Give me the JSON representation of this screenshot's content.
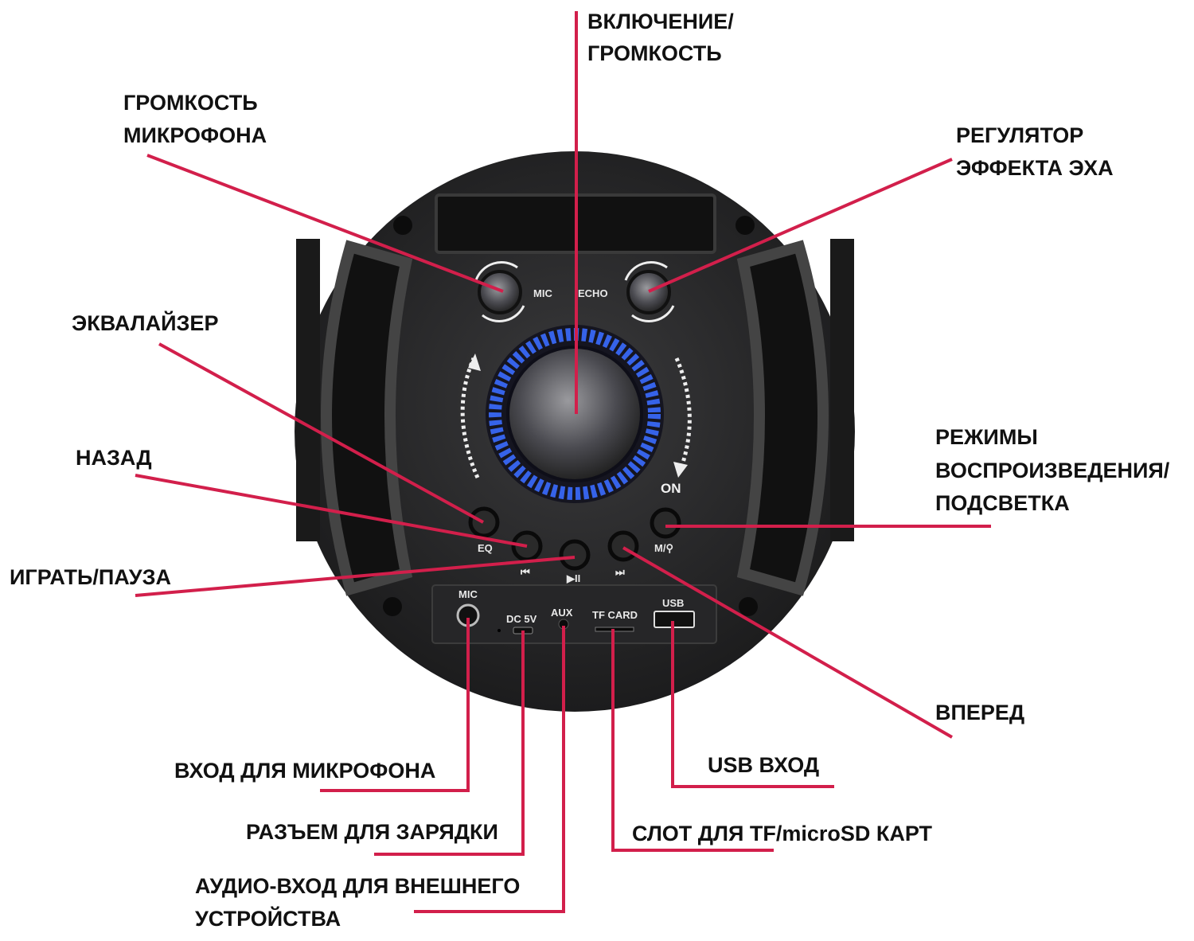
{
  "colors": {
    "leader_line": "#d21f4b",
    "body": "#2a2a2c",
    "glow": "#3a6cff"
  },
  "callouts": {
    "power_volume": [
      "ВКЛЮЧЕНИЕ/",
      "ГРОМКОСТЬ"
    ],
    "mic_volume": [
      "ГРОМКОСТЬ",
      "МИКРОФОНА"
    ],
    "echo": [
      "РЕГУЛЯТОР",
      "ЭФФЕКТА ЭХА"
    ],
    "equalizer": "ЭКВАЛАЙЗЕР",
    "back": "НАЗАД",
    "play_pause": "ИГРАТЬ/ПАУЗА",
    "modes": [
      "РЕЖИМЫ",
      "ВОСПРОИЗВЕДЕНИЯ/",
      "ПОДСВЕТКА"
    ],
    "forward": "ВПЕРЕД",
    "usb_in": "USB ВХОД",
    "mic_in": "ВХОД ДЛЯ МИКРОФОНА",
    "tf_slot": "СЛОТ ДЛЯ TF/microSD КАРТ",
    "charge": "РАЗЪЕМ ДЛЯ ЗАРЯДКИ",
    "aux": [
      "АУДИО-ВХОД ДЛЯ ВНЕШНЕГО",
      "УСТРОЙСТВА"
    ]
  },
  "device_labels": {
    "mic_knob": "MIC",
    "echo_knob": "ECHO",
    "on": "ON",
    "eq": "EQ",
    "mode": "M/⚲",
    "prev": "⏮",
    "play": "▶II",
    "next": "⏭",
    "mic_jack": "MIC",
    "dc": "DC 5V",
    "aux": "AUX",
    "tf": "TF CARD",
    "usb": "USB"
  }
}
